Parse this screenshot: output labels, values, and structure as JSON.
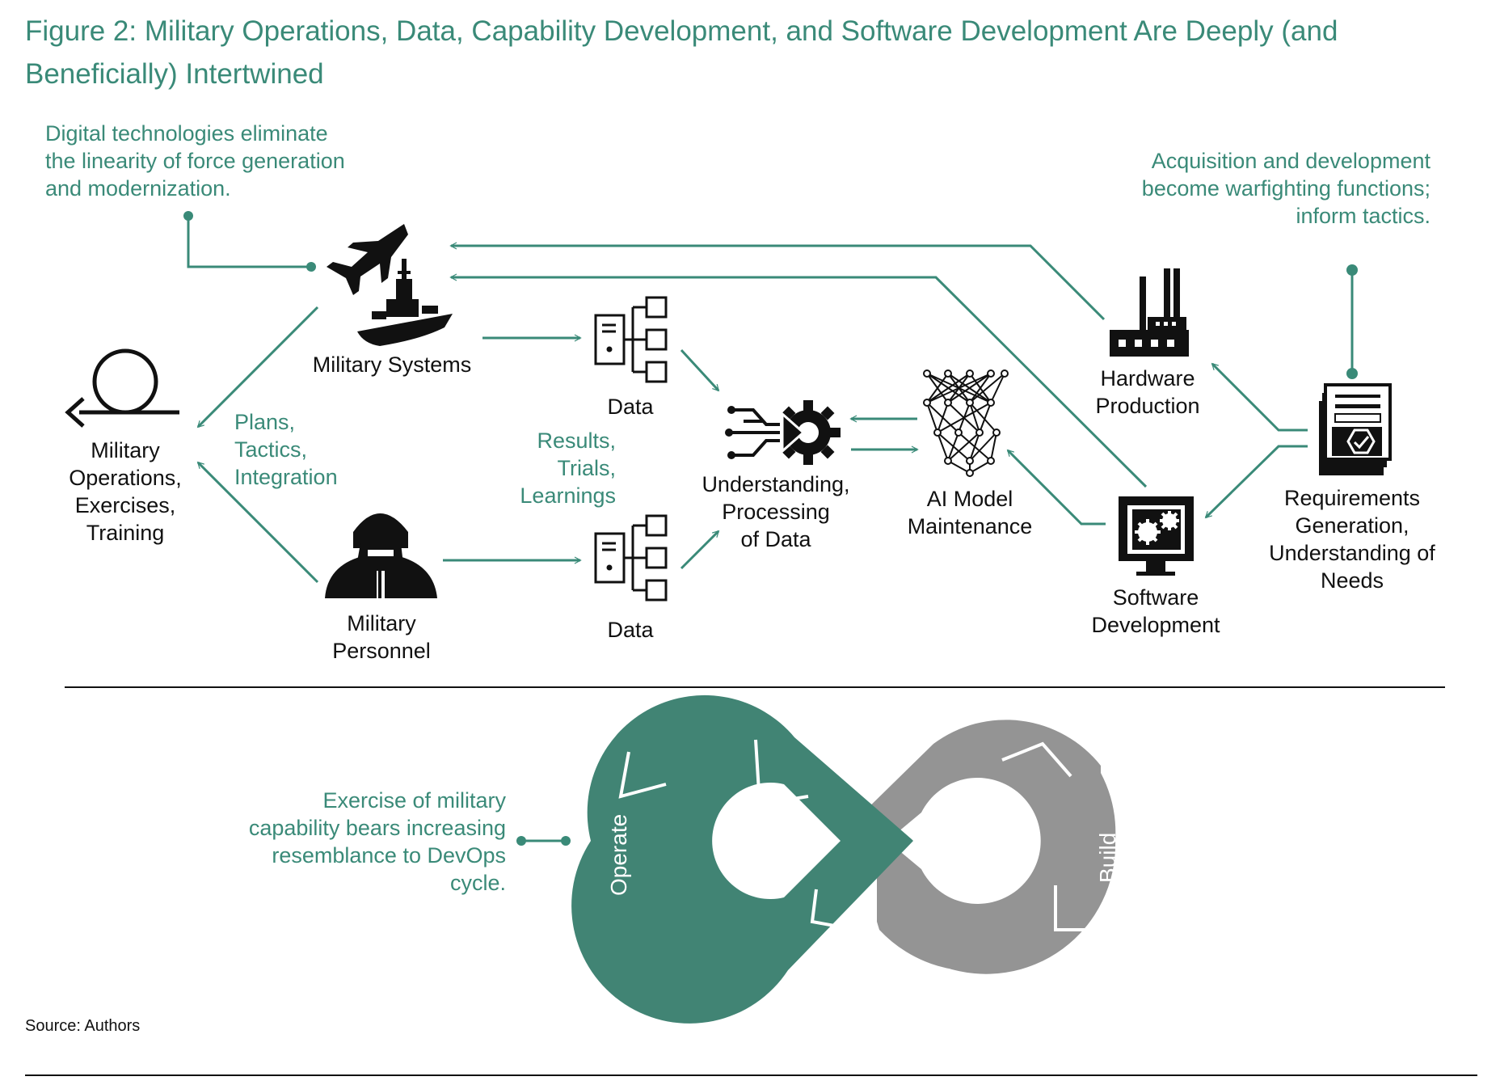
{
  "title": {
    "line1": "Figure 2: Military Operations, Data, Capability Development, and Software Development Are Deeply (and",
    "line2": "Beneficially) Intertwined"
  },
  "annotations": {
    "digital": [
      "Digital technologies eliminate",
      "the linearity of force generation",
      "and modernization."
    ],
    "acquisition": [
      "Acquisition and development",
      "become warfighting functions;",
      "inform tactics."
    ],
    "plans": [
      "Plans,",
      "Tactics,",
      "Integration"
    ],
    "results": [
      "Results,",
      "Trials,",
      "Learnings"
    ],
    "exercise": [
      "Exercise of military",
      "capability bears increasing",
      "resemblance to DevOps",
      "cycle."
    ]
  },
  "nodes": {
    "military_systems": [
      "Military Systems"
    ],
    "military_ops": [
      "Military",
      "Operations,",
      "Exercises,",
      "Training"
    ],
    "military_personnel": [
      "Military",
      "Personnel"
    ],
    "data_top": [
      "Data"
    ],
    "data_bottom": [
      "Data"
    ],
    "understanding": [
      "Understanding,",
      "Processing",
      "of Data"
    ],
    "ai_model": [
      "AI Model",
      "Maintenance"
    ],
    "hardware": [
      "Hardware",
      "Production"
    ],
    "software": [
      "Software",
      "Development"
    ],
    "requirements": [
      "Requirements",
      "Generation,",
      "Understanding of",
      "Needs"
    ]
  },
  "devops": {
    "operate": "Operate",
    "build": "Build"
  },
  "source": "Source: Authors",
  "colors": {
    "accent": "#3a8a78",
    "operate_fill": "#418474",
    "build_fill": "#949494",
    "icon": "#111111"
  },
  "icons": [
    "jet-and-ship-icon",
    "loop-arrow-icon",
    "pilot-icon",
    "data-tree-icon",
    "data-processing-icon",
    "neural-network-icon",
    "factory-icon",
    "computer-gears-icon",
    "requirements-document-icon"
  ]
}
